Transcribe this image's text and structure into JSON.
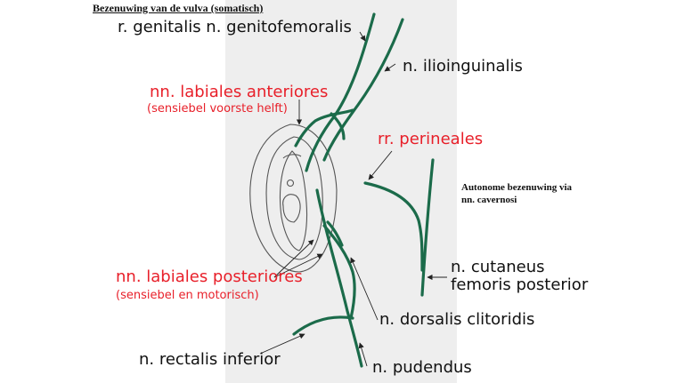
{
  "title": "Bezenuwing van de vulva (somatisch)",
  "labels": {
    "genitalis": "r. genitalis n. genitofemoralis",
    "ilioinguinalis": "n. ilioinguinalis",
    "labiales_anteriores": "nn. labiales anteriores",
    "labiales_anteriores_sub": "(sensiebel voorste helft)",
    "perineales": "rr. perineales",
    "autonome_1": "Autonome bezenuwing via",
    "autonome_2": "nn. cavernosi",
    "cutaneus_1": "n. cutaneus",
    "cutaneus_2": "femoris posterior",
    "labiales_posteriores": "nn. labiales posteriores",
    "labiales_posteriores_sub": "(sensiebel en motorisch)",
    "dorsalis": "n. dorsalis clitoridis",
    "rectalis": "n. rectalis inferior",
    "pudendus": "n. pudendus"
  },
  "colors": {
    "nerve": "#1b6b4a",
    "highlight_text": "#e8202a",
    "panel": "#eeeeee",
    "outline": "#555555"
  }
}
